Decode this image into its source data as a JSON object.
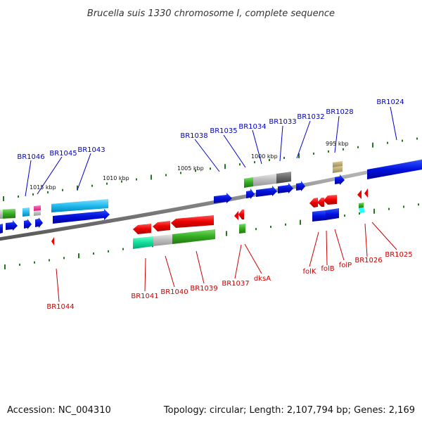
{
  "title": "Brucella suis 1330 chromosome I, complete sequence",
  "footer": {
    "accession": "Accession: NC_004310",
    "topology": "Topology: circular; Length: 2,107,794 bp; Genes: 2,169"
  },
  "colors": {
    "forward_label": "#0000cc",
    "reverse_label": "#cc0000",
    "backbone": "#888888",
    "tick": "#227722"
  },
  "kbp_labels": [
    "1015 kbp",
    "1010 kbp",
    "1005 kbp",
    "1000 kbp",
    "995 kbp"
  ],
  "forward_labels": [
    "BR1046",
    "BR1045",
    "BR1043",
    "BR1038",
    "BR1035",
    "BR1034",
    "BR1033",
    "BR1032",
    "BR1028",
    "BR1024"
  ],
  "reverse_labels": [
    "BR1044",
    "BR1041",
    "BR1040",
    "BR1039",
    "BR1037",
    "dksA",
    "folK",
    "folB",
    "folP",
    "BR1026",
    "BR1025"
  ]
}
